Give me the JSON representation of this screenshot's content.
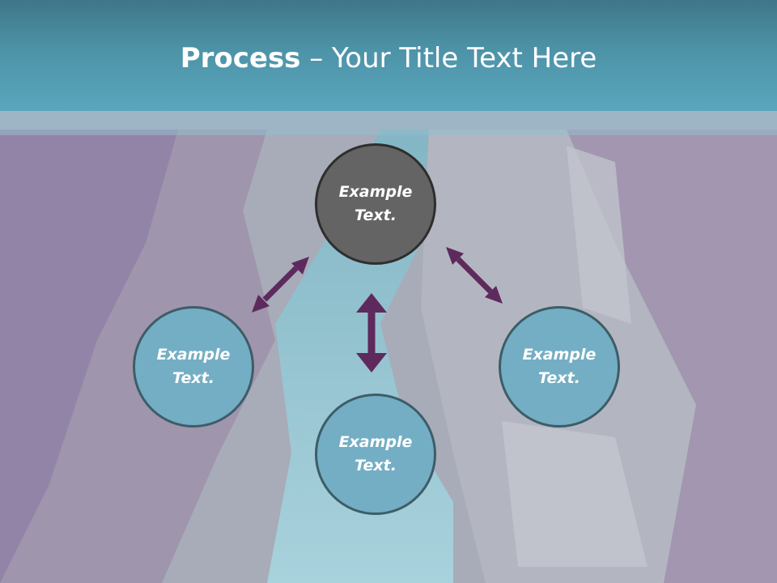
{
  "title": {
    "bold": "Process",
    "rest": " – Your Title Text Here"
  },
  "nodes": {
    "top": "Example Text.",
    "left": "Example Text.",
    "right": "Example Text.",
    "bottom": "Example Text."
  },
  "colors": {
    "header": "#4d93a8",
    "node_fill": "#74aec4",
    "center_fill": "#646464",
    "arrow": "#5e2a5e"
  }
}
